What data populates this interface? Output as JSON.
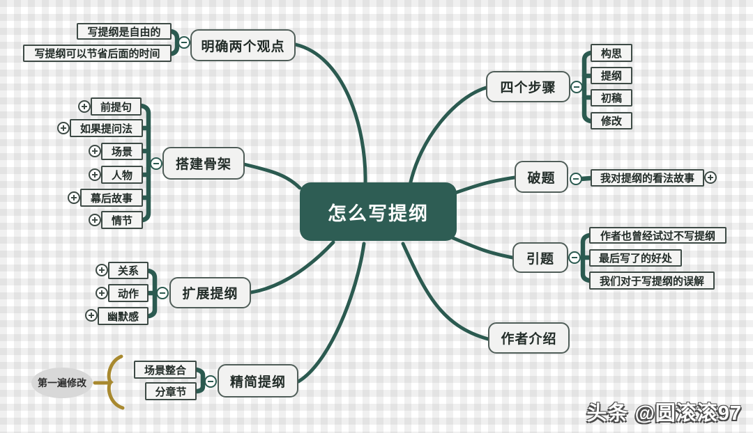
{
  "colors": {
    "line_teal": "#2b5a50",
    "center_fill": "#2e5d54",
    "branch_border": "#4f5d58",
    "leaf_border": "#3d4a45",
    "gold_brace": "#a8892f",
    "callout_fill": "#d8d8d8"
  },
  "center": {
    "label": "怎么写提纲"
  },
  "branches": {
    "two_viewpoints": {
      "label": "明确两个观点",
      "children": [
        "写提纲是自由的",
        "写提纲可以节省后面的时间"
      ]
    },
    "build_skeleton": {
      "label": "搭建骨架",
      "children": [
        "前提句",
        "如果提问法",
        "场景",
        "人物",
        "幕后故事",
        "情节"
      ]
    },
    "expand_outline": {
      "label": "扩展提纲",
      "children": [
        "关系",
        "动作",
        "幽默感"
      ]
    },
    "simplify_outline": {
      "label": "精简提纲",
      "children": [
        "场景整合",
        "分章节"
      ],
      "callout": "第一遍修改"
    },
    "four_steps": {
      "label": "四个步骤",
      "children": [
        "构思",
        "提纲",
        "初稿",
        "修改"
      ]
    },
    "break_topic": {
      "label": "破题",
      "children": [
        "我对提纲的看法故事"
      ]
    },
    "lead_in": {
      "label": "引题",
      "children": [
        "作者也曾经试过不写提纲",
        "最后写了的好处",
        "我们对于写提纲的误解"
      ]
    },
    "author_intro": {
      "label": "作者介绍",
      "children": []
    }
  },
  "icons": {
    "collapse": "minus-circle",
    "expand": "plus-circle"
  },
  "watermark": "头条 @圆滚滚97"
}
